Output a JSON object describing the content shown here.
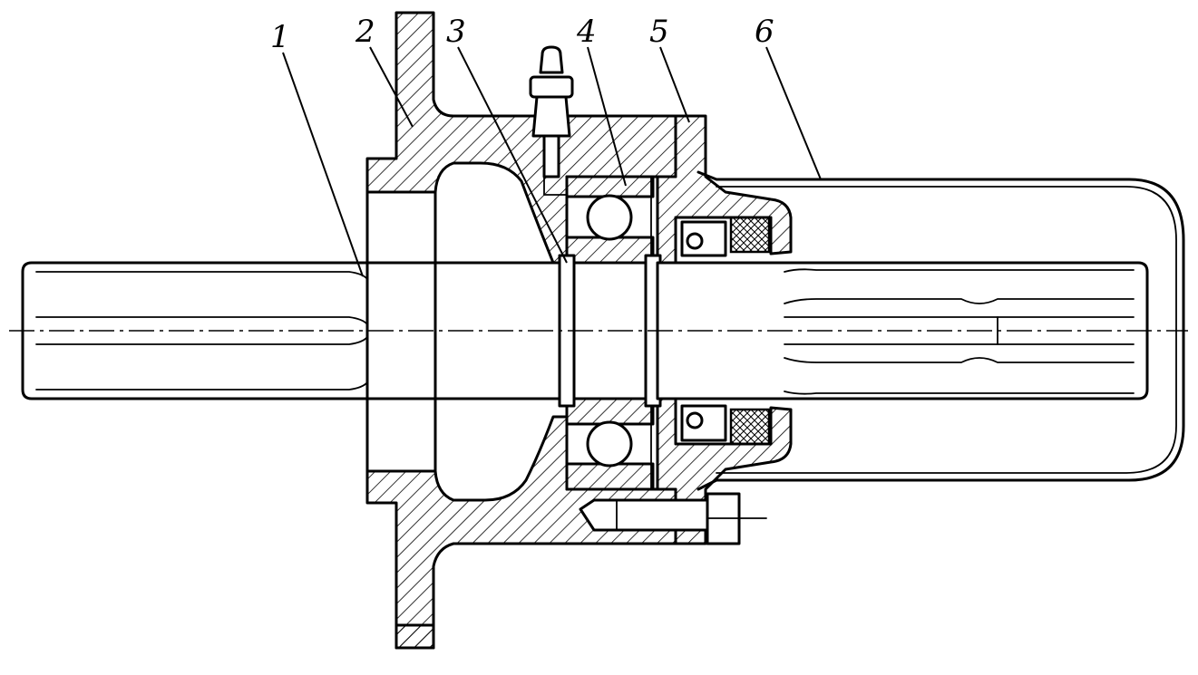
{
  "callouts": [
    {
      "id": "shaft",
      "label": "1"
    },
    {
      "id": "housing",
      "label": "2"
    },
    {
      "id": "retaining-ring",
      "label": "3"
    },
    {
      "id": "bearing",
      "label": "4"
    },
    {
      "id": "cover",
      "label": "5"
    },
    {
      "id": "guard-cap",
      "label": "6"
    }
  ],
  "colors": {
    "ink": "#000000",
    "paper": "#ffffff"
  }
}
